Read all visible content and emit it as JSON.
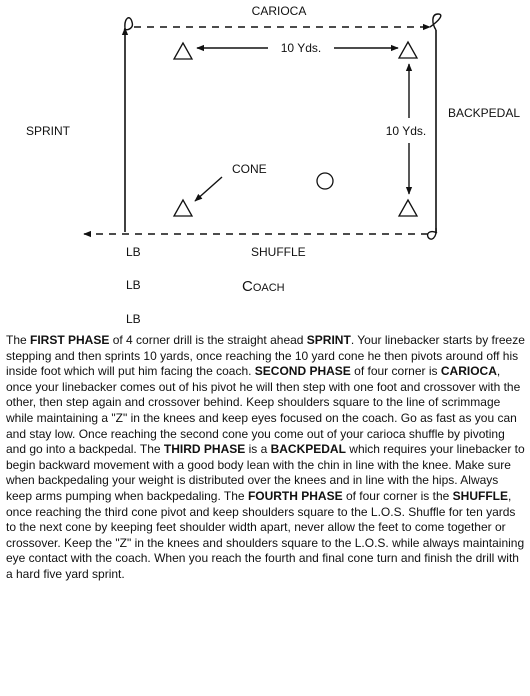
{
  "diagram": {
    "labels": {
      "carioca": "CARIOCA",
      "backpedal": "BACKPEDAL",
      "sprint": "SPRINT",
      "shuffle": "SHUFFLE",
      "cone": "CONE",
      "ten_yds_top": "10 Yds.",
      "ten_yds_right": "10 Yds.",
      "coach": "Coach"
    },
    "lb_markers": [
      "LB",
      "LB",
      "LB"
    ]
  },
  "description": [
    {
      "text": "The ",
      "bold": false
    },
    {
      "text": "FIRST PHASE",
      "bold": true
    },
    {
      "text": " of 4 corner drill is the straight ahead ",
      "bold": false
    },
    {
      "text": "SPRINT",
      "bold": true
    },
    {
      "text": ".  Your linebacker starts by freeze stepping and then sprints 10 yards, once reaching the 10 yard cone he then pivots around off his inside foot which will put him facing the coach.  ",
      "bold": false
    },
    {
      "text": "SECOND PHASE",
      "bold": true
    },
    {
      "text": " of four corner is ",
      "bold": false
    },
    {
      "text": "CARIOCA",
      "bold": true
    },
    {
      "text": ", once your linebacker comes out of his pivot he will then step with one foot and crossover with the other, then step again and crossover behind.  Keep shoulders square to the line of scrimmage while maintaining a \"Z\" in the knees and keep eyes focused on the coach.  Go as fast as you can and stay low.  Once reaching the second cone you come out of your carioca shuffle by pivoting and go into a backpedal.  The ",
      "bold": false
    },
    {
      "text": "THIRD PHASE",
      "bold": true
    },
    {
      "text": " is a ",
      "bold": false
    },
    {
      "text": "BACKPEDAL",
      "bold": true
    },
    {
      "text": " which requires your linebacker to begin backward movement with a good body lean with the chin in line with the knee.  Make sure when backpedaling your weight is distributed over the knees and in line with the hips.  Always keep arms pumping when backpedaling.  The ",
      "bold": false
    },
    {
      "text": "FOURTH PHASE",
      "bold": true
    },
    {
      "text": " of four corner is the ",
      "bold": false
    },
    {
      "text": "SHUFFLE",
      "bold": true
    },
    {
      "text": ", once reaching the third cone pivot and keep shoulders square to the L.O.S.  Shuffle for ten yards to the next cone by keeping feet shoulder width apart, never allow the feet to come together or crossover.  Keep the \"Z\" in the knees and shoulders square to the L.O.S. while always maintaining eye contact with the coach.  When you reach the fourth and final cone turn and finish the drill with a hard five yard sprint.",
      "bold": false
    }
  ]
}
